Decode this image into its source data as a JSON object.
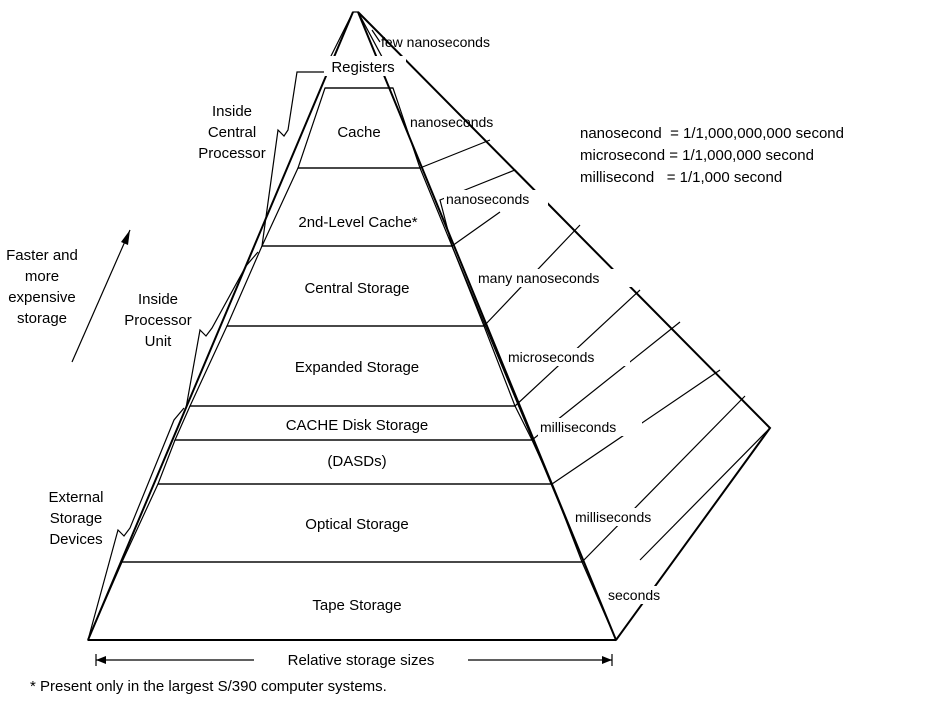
{
  "levels": [
    {
      "label": "Registers",
      "time": "few nanoseconds"
    },
    {
      "label": "Cache",
      "time": "nanoseconds"
    },
    {
      "label": "2nd-Level Cache*",
      "time": "nanoseconds"
    },
    {
      "label": "Central Storage",
      "time": "many nanoseconds"
    },
    {
      "label": "Expanded Storage",
      "time": "microseconds"
    },
    {
      "label": "CACHE Disk Storage",
      "time": "milliseconds"
    },
    {
      "label": "(DASDs)",
      "time": ""
    },
    {
      "label": "Optical Storage",
      "time": "milliseconds"
    },
    {
      "label": "Tape Storage",
      "time": "seconds"
    }
  ],
  "groups": {
    "central_processor": [
      "Inside",
      "Central",
      "Processor"
    ],
    "processor_unit": [
      "Inside",
      "Processor",
      "Unit"
    ],
    "external": [
      "External",
      "Storage",
      "Devices"
    ]
  },
  "arrow_label": [
    "Faster and",
    "more",
    "expensive",
    "storage"
  ],
  "definitions": [
    "nanosecond  = 1/1,000,000,000 second",
    "microsecond = 1/1,000,000 second",
    "millisecond   = 1/1,000 second"
  ],
  "bottom_label": "Relative storage sizes",
  "footnote": "* Present only in the largest S/390 computer systems."
}
